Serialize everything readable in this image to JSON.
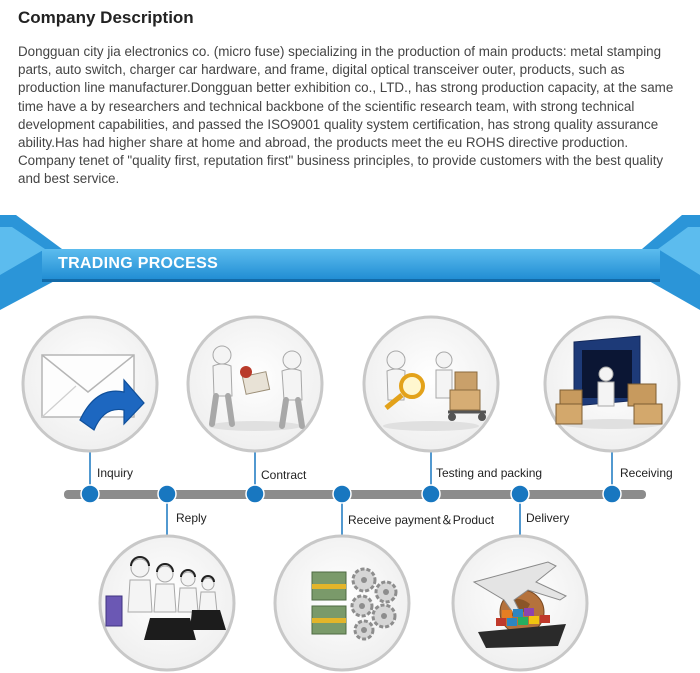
{
  "company": {
    "heading": "Company Description",
    "paragraph1": "Dongguan city jia electronics co. (micro fuse) specializing in the production of main products: metal stamping parts, auto switch, charger car hardware, and frame, digital optical transceiver outer, products, such as production line manufacturer.Dongguan better exhibition co., LTD., has strong production capacity, at the same time have a by researchers and technical backbone of the scientific research team, with strong technical development capabilities, and passed the ISO9001 quality system certification, has strong quality assurance ability.Has had higher share at home and abroad, the products meet the eu ROHS directive production.",
    "paragraph2": "Company tenet of \"quality first, reputation first\" business principles, to provide customers with the best quality and best service."
  },
  "banner": {
    "label": "TRADING PROCESS",
    "colors": {
      "light": "#4fb1e6",
      "dark": "#1a87cf",
      "shade": "#126aa8"
    }
  },
  "process": {
    "steps": [
      {
        "label": "Inquiry",
        "icon": "envelope-reply-icon"
      },
      {
        "label": "Reply",
        "icon": "call-center-icon"
      },
      {
        "label": "Contract",
        "icon": "handshake-contract-icon"
      },
      {
        "label": "Receive payment＆Product",
        "icon": "money-gears-icon"
      },
      {
        "label": "Testing and packing",
        "icon": "magnifier-boxes-icon"
      },
      {
        "label": "Delivery",
        "icon": "airplane-ship-globe-icon"
      },
      {
        "label": "Receiving",
        "icon": "container-boxes-icon"
      }
    ],
    "colors": {
      "track": "#8c8c8c",
      "node": "#1877c0",
      "circle_border": "#c8c8c8"
    }
  }
}
